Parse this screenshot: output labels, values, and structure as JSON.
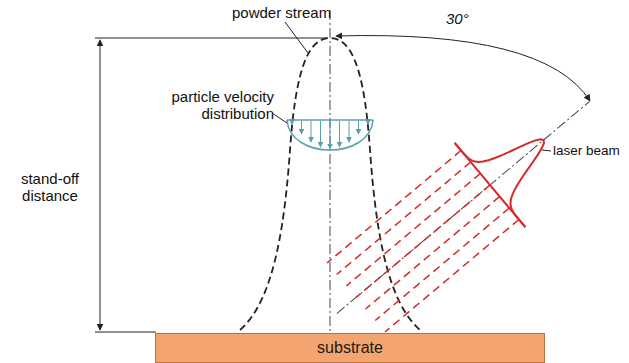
{
  "diagram": {
    "nodes": [
      {
        "text": [
          "substrate"
        ]
      }
    ],
    "labels": [
      "powder stream",
      "30°",
      "particle velocity distribution",
      "laser beam",
      "stand-off distance"
    ]
  }
}
